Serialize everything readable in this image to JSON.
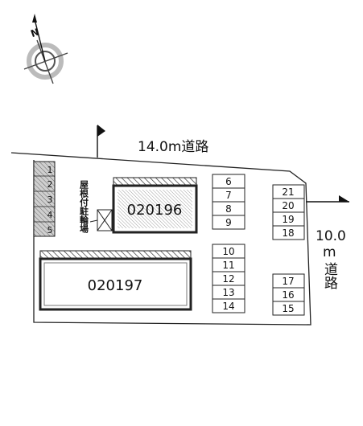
{
  "compass": {
    "label": "N"
  },
  "roads": {
    "top": "14.0m道路",
    "right_line1": "10.0",
    "right_line2": "m",
    "right_line3": "道路"
  },
  "buildings": {
    "b1": "020196",
    "b2": "020197"
  },
  "bike_parking": "屋根付駐輪場",
  "left_bike_slots": [
    "1",
    "2",
    "3",
    "4",
    "5"
  ],
  "slots": {
    "col_a_top": [
      "6",
      "7",
      "8",
      "9"
    ],
    "col_a_bottom": [
      "10",
      "11",
      "12",
      "13",
      "14"
    ],
    "col_b_top": [
      "21",
      "20",
      "19",
      "18"
    ],
    "col_b_bottom": [
      "17",
      "16",
      "15"
    ]
  },
  "colors": {
    "line": "#222222",
    "hatch": "#333333",
    "pale_gray": "#bbbbbb",
    "shade": "#cfcfcf"
  }
}
